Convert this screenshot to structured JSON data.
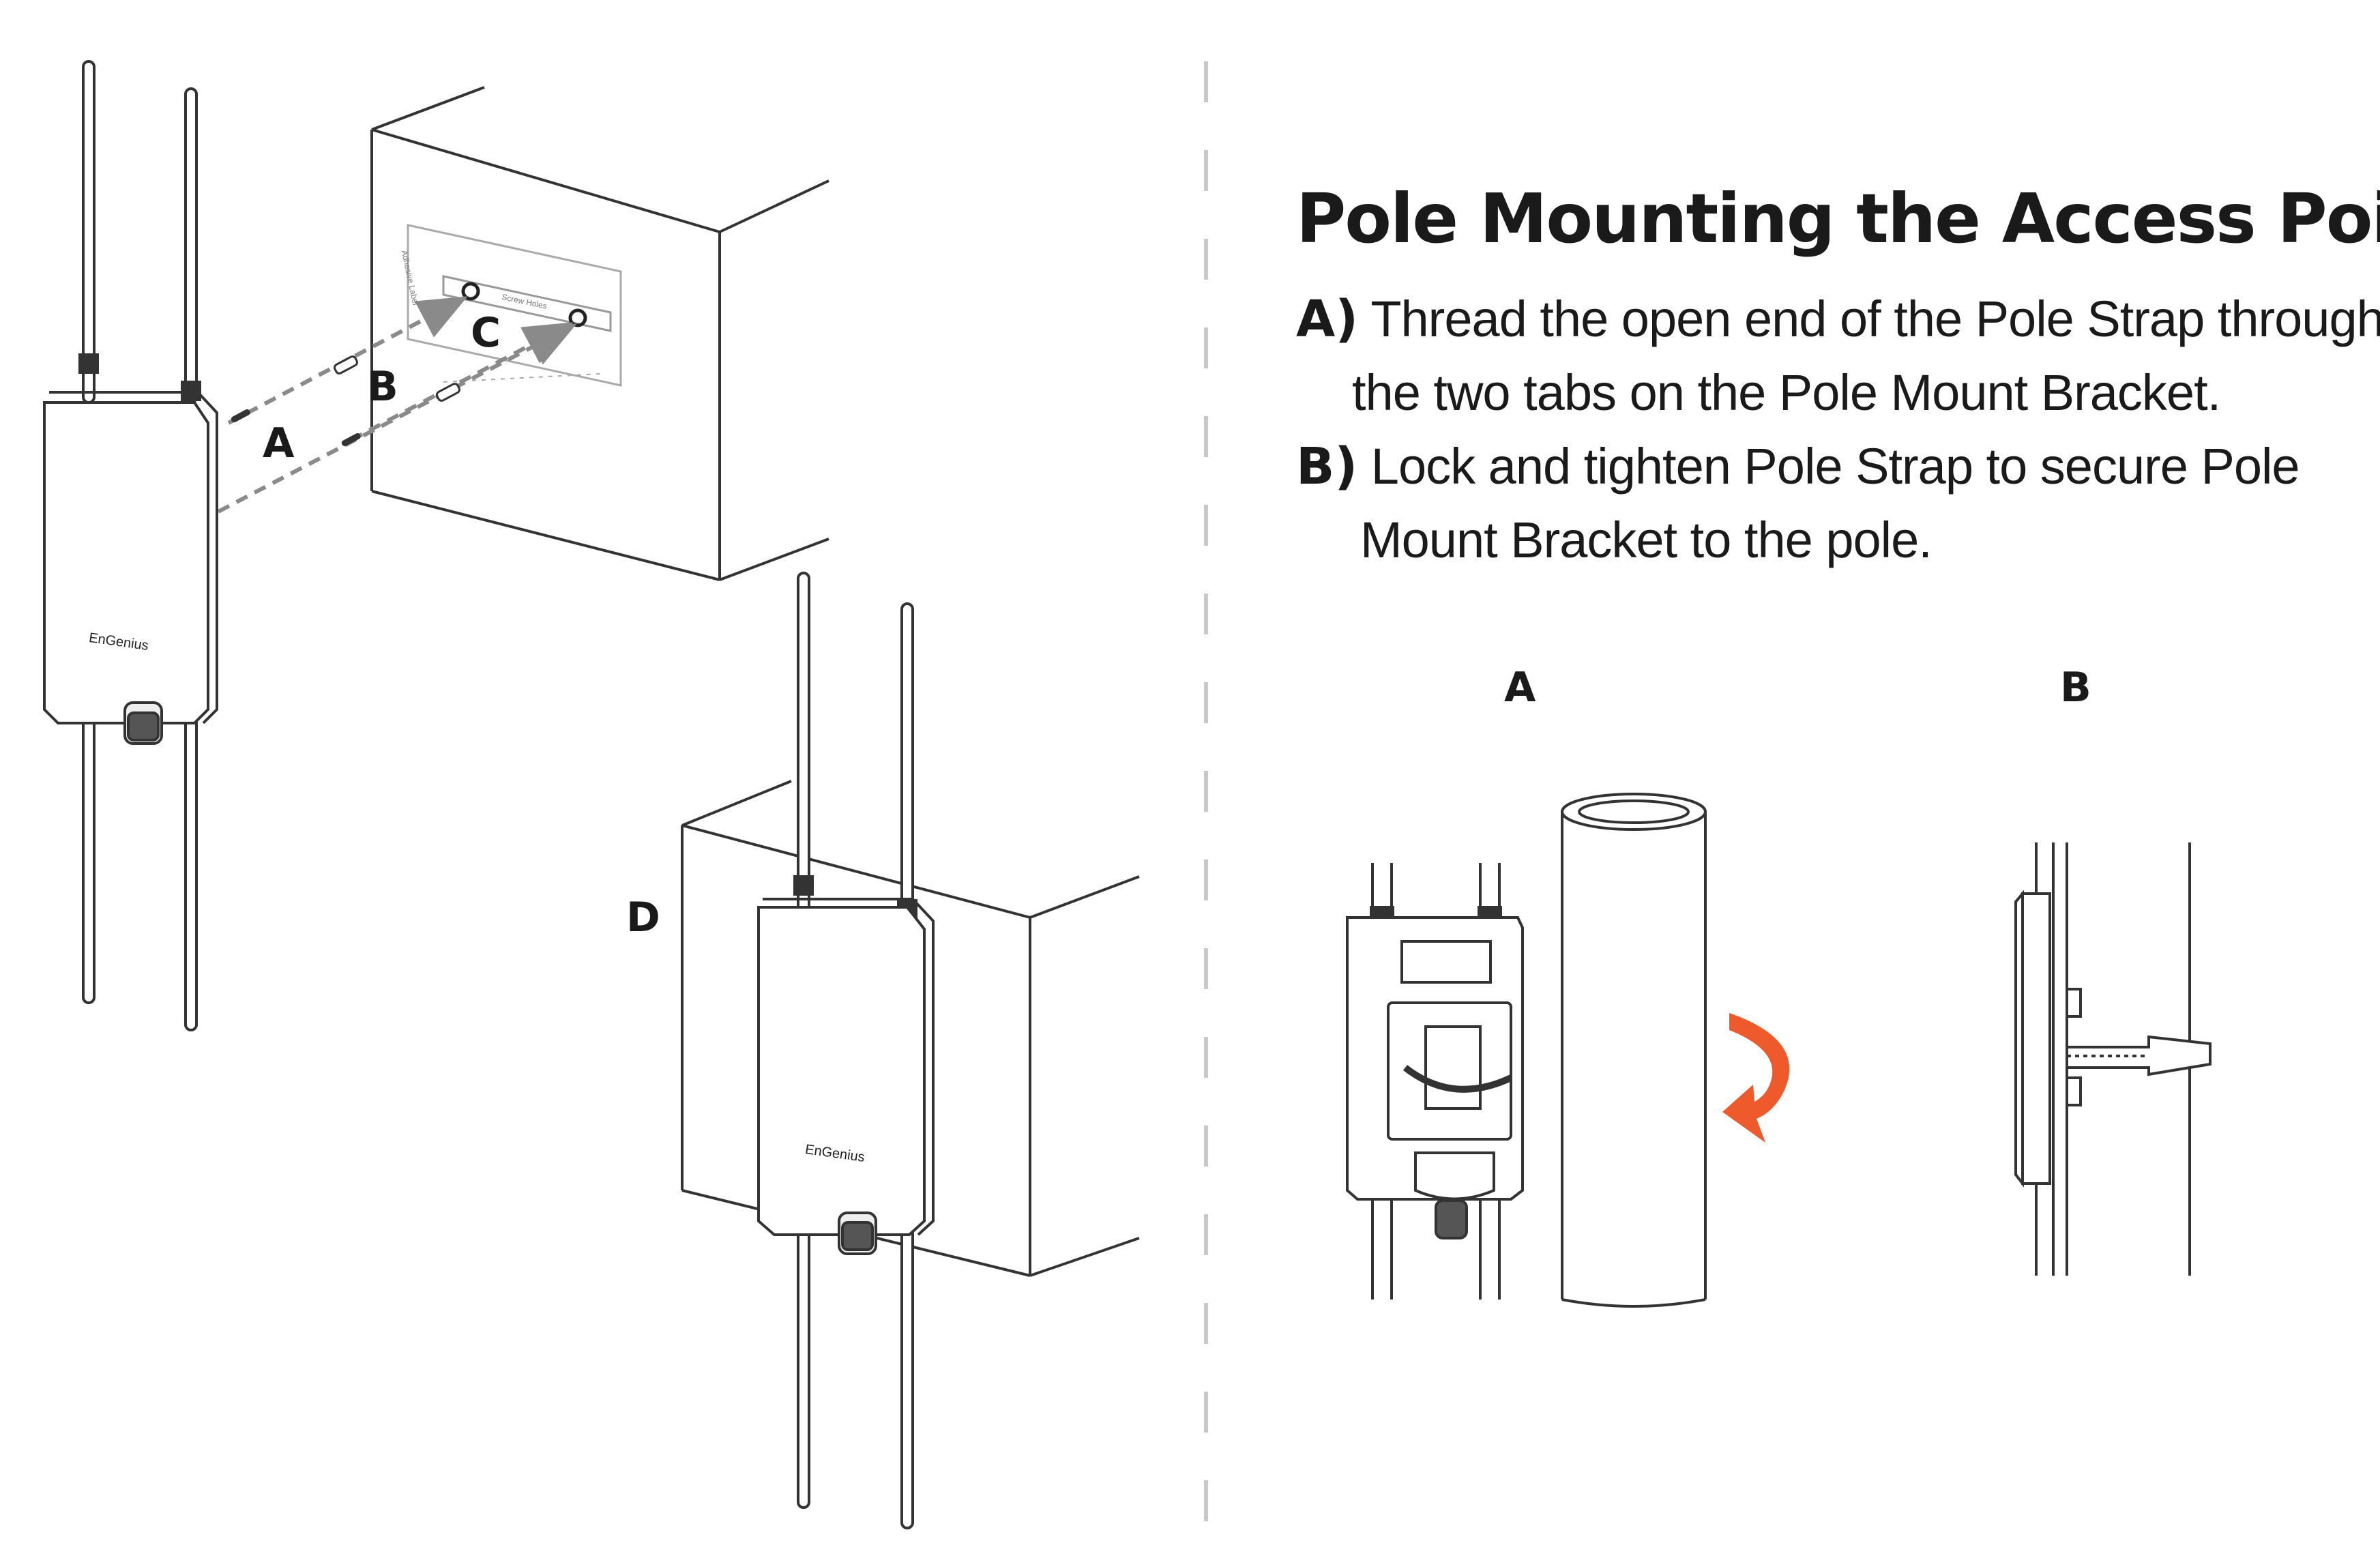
{
  "title": "Pole Mounting the Access Point",
  "steps": {
    "a_key": "A)",
    "a_line1": "Thread the open end of the Pole Strap through",
    "a_line2": "the two tabs on the Pole Mount Bracket.",
    "b_key": "B)",
    "b_line1": "Lock and tighten Pole Strap to secure Pole",
    "b_line2": "Mount Bracket to the pole."
  },
  "wall_labels": {
    "a": "A",
    "b": "B",
    "c": "C",
    "d": "D"
  },
  "pole_labels": {
    "a": "A",
    "b": "B"
  },
  "template_labels": {
    "adhesive": "Adhesive Label",
    "screw_holes": "Screw Holes"
  },
  "brand": "EnGenius",
  "colors": {
    "accent_arrow": "#ee5a2b",
    "ink": "#1a1a1a",
    "dashed": "#8a8a8a"
  }
}
